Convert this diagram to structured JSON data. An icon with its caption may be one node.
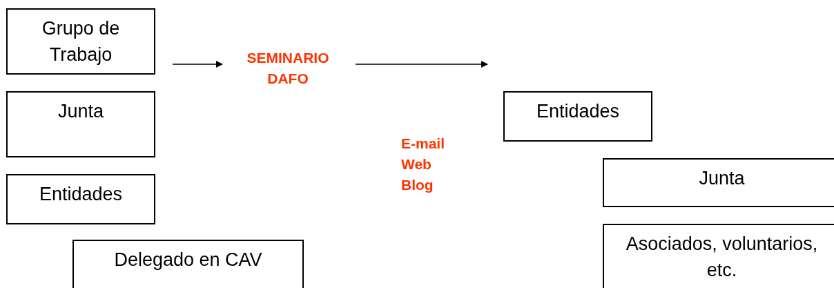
{
  "diagram": {
    "nodes": [
      {
        "text": [
          "Grupo de Trabajo"
        ]
      },
      {
        "text": [
          "Junta"
        ]
      },
      {
        "text": [
          "Entidades"
        ]
      },
      {
        "text": [
          "Delegado en CAV"
        ]
      },
      {
        "text": [
          "SEMINARIO DAFO"
        ]
      },
      {
        "text": [
          "Entidades"
        ]
      },
      {
        "text": [
          "Junta"
        ]
      },
      {
        "text": [
          "Asociados, voluntarios, etc."
        ]
      }
    ],
    "edges": [
      {
        "from": 0,
        "to": 4,
        "arrow": "to"
      },
      {
        "from": 4,
        "to": null,
        "arrow": "to"
      }
    ],
    "labels": [
      "E-mail",
      "Web",
      "Blog"
    ]
  }
}
